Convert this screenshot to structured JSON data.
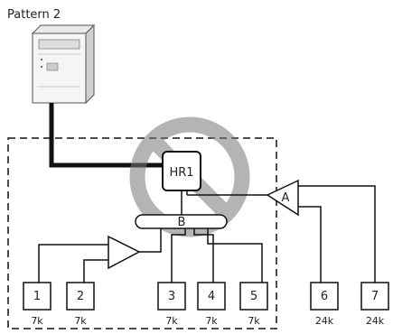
{
  "title": "Pattern 2",
  "hub": {
    "hr1": "HR1",
    "junction_b": "B"
  },
  "branch_a": "A",
  "indoor_units": [
    {
      "num": "1",
      "cap": "7k"
    },
    {
      "num": "2",
      "cap": "7k"
    },
    {
      "num": "3",
      "cap": "7k"
    },
    {
      "num": "4",
      "cap": "7k"
    },
    {
      "num": "5",
      "cap": "7k"
    },
    {
      "num": "6",
      "cap": "24k"
    },
    {
      "num": "7",
      "cap": "24k"
    }
  ]
}
